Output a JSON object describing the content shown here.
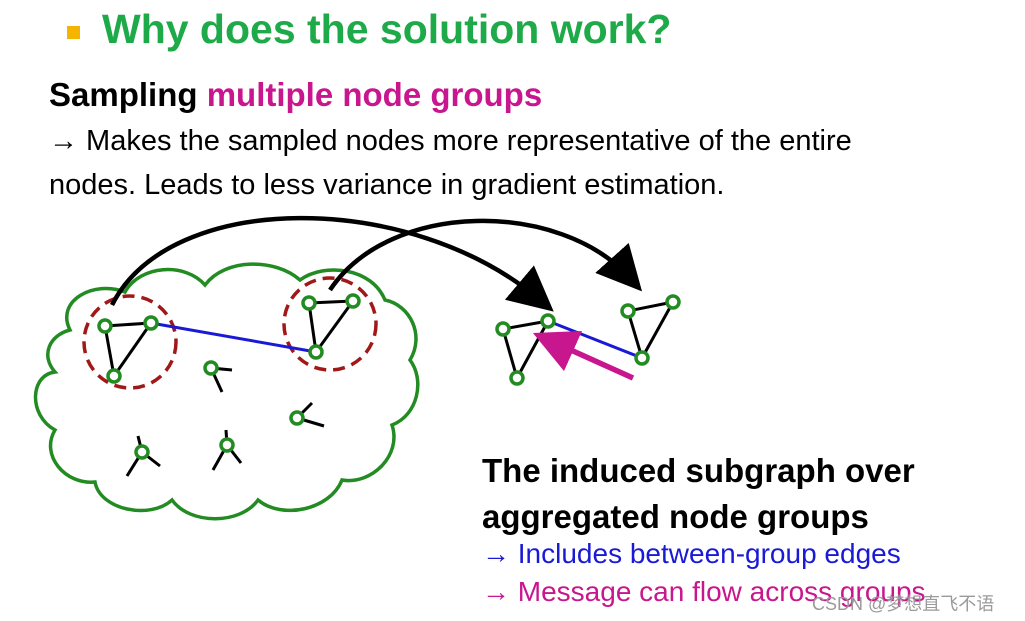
{
  "slide": {
    "title": "Why does the solution work?",
    "heading_prefix": "Sampling ",
    "heading_highlight": "multiple node groups",
    "body_line1": "→ Makes the sampled nodes more representative of the entire",
    "body_line2": "nodes. Leads to less variance in gradient estimation.",
    "right_title_line1": "The induced subgraph over",
    "right_title_line2": "aggregated node groups",
    "bullet_blue": "→ Includes between-group edges",
    "bullet_magenta": "→ Message can flow across groups",
    "watermark": "CSDN @梦想直飞不语"
  },
  "colors": {
    "title_green": "#1faa4a",
    "highlight_magenta": "#c8168f",
    "edge_blue": "#1a1ad6",
    "cloud_green": "#228b22",
    "group_circle_red": "#a01818",
    "bullet_orange": "#f4b400"
  }
}
